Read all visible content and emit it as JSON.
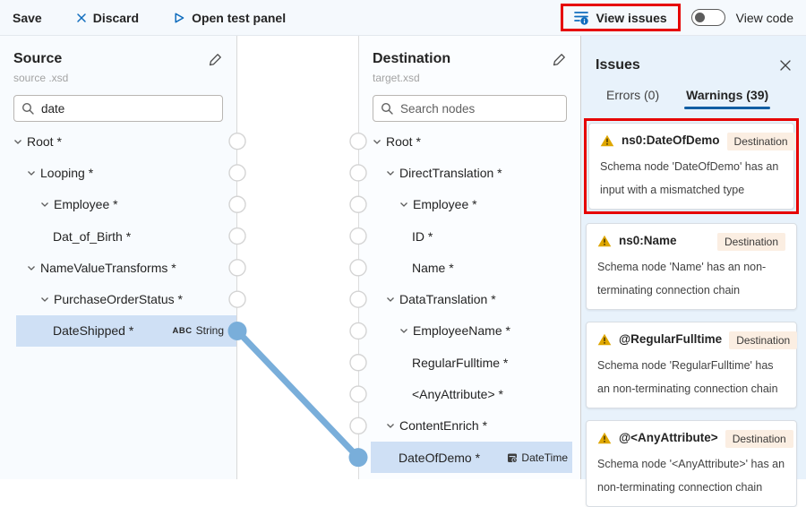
{
  "toolbar": {
    "save": "Save",
    "discard": "Discard",
    "open_test_panel": "Open test panel",
    "view_issues": "View issues",
    "view_code": "View code",
    "view_code_toggle_on": false
  },
  "source": {
    "title": "Source",
    "subtitle": "source .xsd",
    "search_value": "date",
    "nodes": [
      {
        "label": "Root *",
        "level": 1,
        "expandable": true
      },
      {
        "label": "Looping *",
        "level": 2,
        "expandable": true
      },
      {
        "label": "Employee *",
        "level": 3,
        "expandable": true
      },
      {
        "label": "Dat_of_Birth *",
        "level": 4,
        "expandable": false
      },
      {
        "label": "NameValueTransforms *",
        "level": 2,
        "expandable": true
      },
      {
        "label": "PurchaseOrderStatus *",
        "level": 3,
        "expandable": true
      },
      {
        "label": "DateShipped *",
        "level": 4,
        "expandable": false,
        "selected": true,
        "badge": {
          "icon": "ABC",
          "label": "String"
        }
      }
    ]
  },
  "destination": {
    "title": "Destination",
    "subtitle": "target.xsd",
    "search_placeholder": "Search nodes",
    "nodes": [
      {
        "label": "Root *",
        "level": 1,
        "expandable": true
      },
      {
        "label": "DirectTranslation *",
        "level": 2,
        "expandable": true
      },
      {
        "label": "Employee *",
        "level": 3,
        "expandable": true
      },
      {
        "label": "ID *",
        "level": 4,
        "expandable": false
      },
      {
        "label": "Name *",
        "level": 4,
        "expandable": false
      },
      {
        "label": "DataTranslation *",
        "level": 2,
        "expandable": true
      },
      {
        "label": "EmployeeName *",
        "level": 3,
        "expandable": true
      },
      {
        "label": "RegularFulltime *",
        "level": 4,
        "expandable": false
      },
      {
        "label": "<AnyAttribute> *",
        "level": 4,
        "expandable": false
      },
      {
        "label": "ContentEnrich *",
        "level": 2,
        "expandable": true
      },
      {
        "label": "DateOfDemo *",
        "level": 3,
        "expandable": false,
        "selected": true,
        "badge": {
          "icon": "datetime",
          "label": "DateTime"
        }
      }
    ]
  },
  "connection": {
    "from": "DateShipped *",
    "to": "DateOfDemo *",
    "color": "#79aeda"
  },
  "issues": {
    "title": "Issues",
    "tabs": [
      {
        "label": "Errors (0)",
        "active": false
      },
      {
        "label": "Warnings (39)",
        "active": true
      }
    ],
    "warnings": [
      {
        "title": "ns0:DateOfDemo",
        "badge": "Destination",
        "message": "Schema node 'DateOfDemo' has an input with a mismatched type",
        "annotated": true
      },
      {
        "title": "ns0:Name",
        "badge": "Destination",
        "message": "Schema node 'Name' has an non-terminating connection chain",
        "annotated": false
      },
      {
        "title": "@RegularFulltime",
        "badge": "Destination",
        "message": "Schema node 'RegularFulltime' has an non-terminating connection chain",
        "annotated": false
      },
      {
        "title": "@<AnyAttribute>",
        "badge": "Destination",
        "message": "Schema node '<AnyAttribute>' has an non-terminating connection chain",
        "annotated": false
      }
    ]
  },
  "colors": {
    "accent_blue": "#0f6cbd",
    "selection_blue": "#cfe0f5",
    "connection_blue": "#79aeda",
    "warning_amber": "#dfa700",
    "annotation_red": "#e60000",
    "issues_panel_bg": "#e8f2fb",
    "destination_badge_bg": "#fbeee2",
    "tab_underline": "#115ea3"
  }
}
